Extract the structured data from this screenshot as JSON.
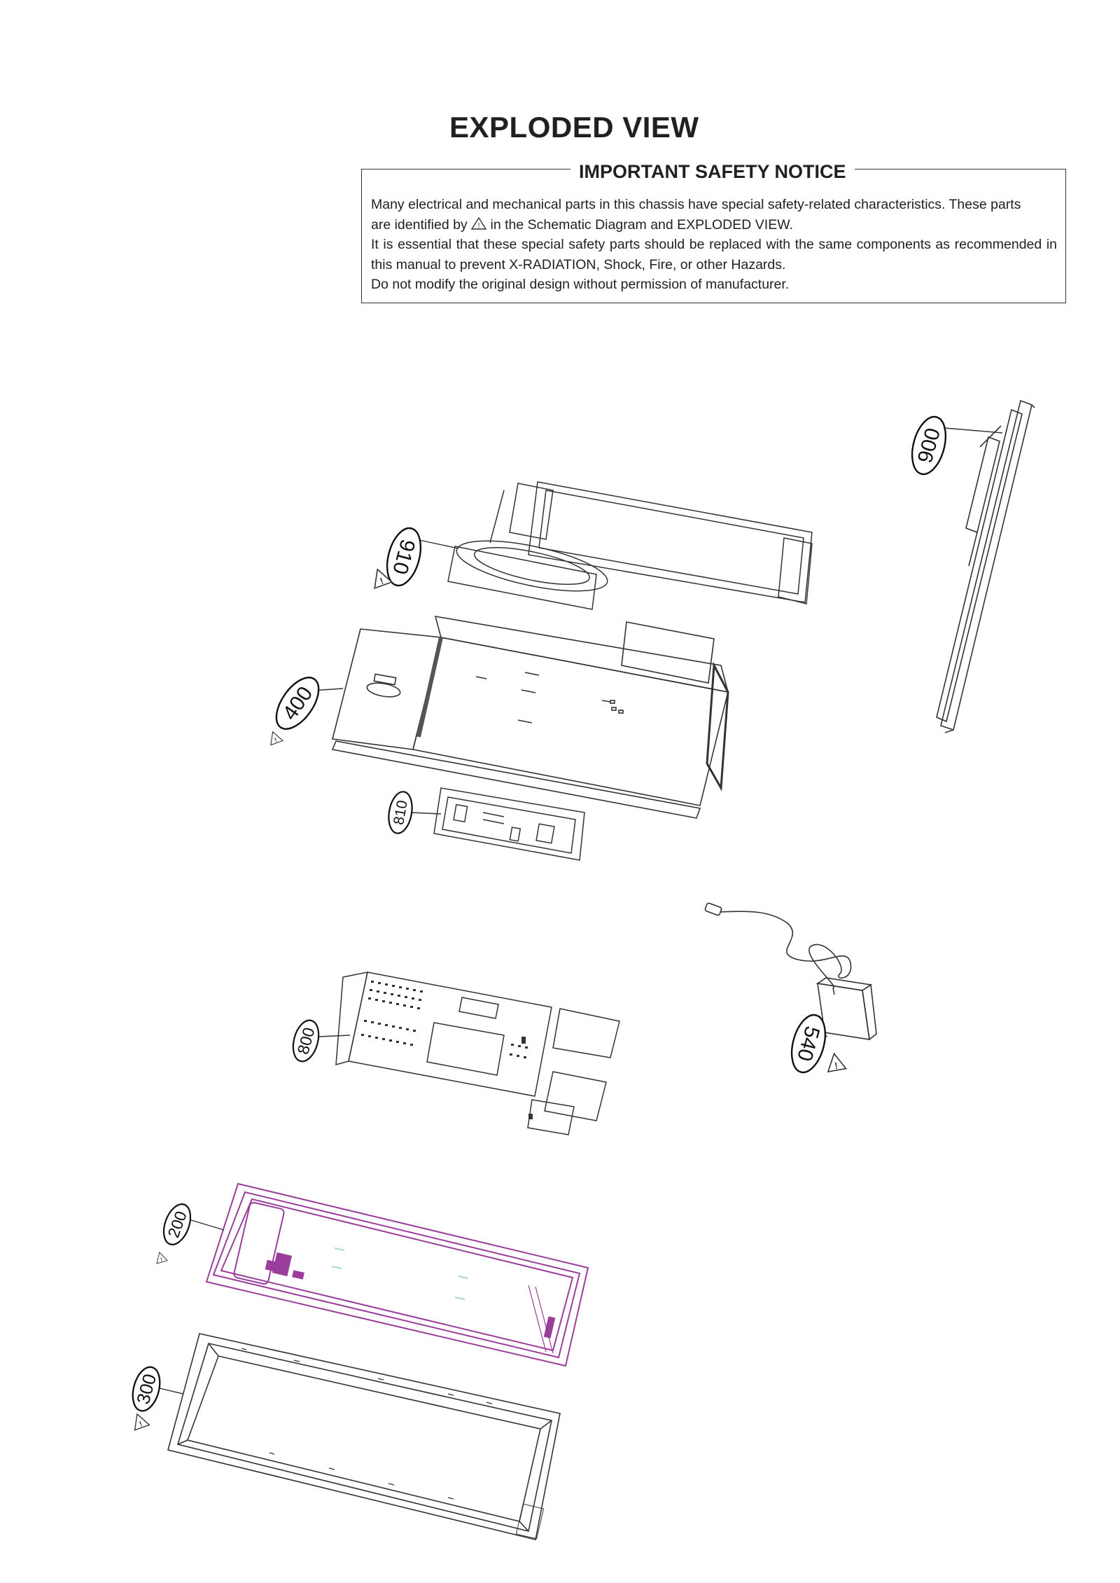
{
  "page": {
    "title": "EXPLODED VIEW"
  },
  "notice": {
    "heading": "IMPORTANT SAFETY NOTICE",
    "line1": "Many electrical and mechanical parts in this chassis have special safety-related characteristics. These parts",
    "line2a": "are identified by",
    "line2b": "in the Schematic Diagram and EXPLODED VIEW.",
    "line3": "It is essential that these special safety parts should be replaced with the same components as recommended in this manual to prevent X-RADIATION, Shock, Fire, or other Hazards.",
    "line4": "Do not modify the original design without permission of manufacturer."
  },
  "parts": {
    "p900": "900",
    "p910": "910",
    "p400": "400",
    "p810": "810",
    "p540": "540",
    "p800": "800",
    "p200": "200",
    "p300": "300"
  },
  "colors": {
    "line": "#333333",
    "highlight": "#9b3d9b"
  },
  "icons": {
    "safety": "warning-triangle-icon"
  }
}
